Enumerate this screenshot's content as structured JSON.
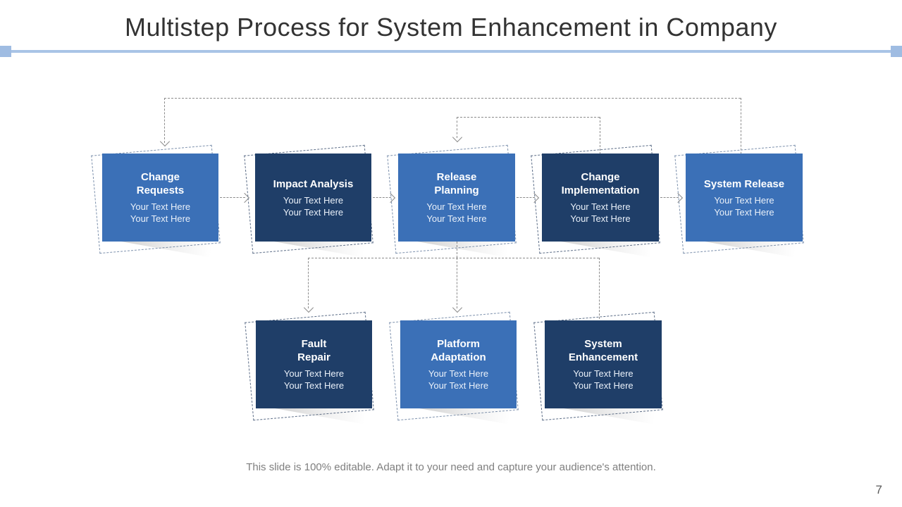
{
  "slide": {
    "title": "Multistep Process for System Enhancement in Company",
    "footer": "This slide is 100% editable. Adapt it to your need and capture your audience's attention.",
    "page_number": "7"
  },
  "boxes": [
    {
      "id": "change-requests",
      "title": "Change\nRequests",
      "body": "Your Text Here\nYour Text Here",
      "variant": "light"
    },
    {
      "id": "impact-analysis",
      "title": "Impact Analysis",
      "body": "Your Text Here\nYour Text Here",
      "variant": "dark"
    },
    {
      "id": "release-planning",
      "title": "Release\nPlanning",
      "body": "Your Text Here\nYour Text Here",
      "variant": "light"
    },
    {
      "id": "change-implementation",
      "title": "Change\nImplementation",
      "body": "Your Text Here\nYour Text Here",
      "variant": "dark"
    },
    {
      "id": "system-release",
      "title": "System Release",
      "body": "Your Text Here\nYour Text Here",
      "variant": "light"
    },
    {
      "id": "fault-repair",
      "title": "Fault\nRepair",
      "body": "Your Text Here\nYour Text Here",
      "variant": "dark"
    },
    {
      "id": "platform-adaptation",
      "title": "Platform\nAdaptation",
      "body": "Your Text Here\nYour Text Here",
      "variant": "light"
    },
    {
      "id": "system-enhancement",
      "title": "System\nEnhancement",
      "body": "Your Text Here\nYour Text Here",
      "variant": "dark"
    }
  ],
  "colors": {
    "light_box": "#3b70b7",
    "dark_box": "#1f3e68",
    "divider": "#a9c4e6",
    "connector": "#8c8c8c",
    "title_text": "#333333",
    "footer_text": "#7f7f7f"
  }
}
